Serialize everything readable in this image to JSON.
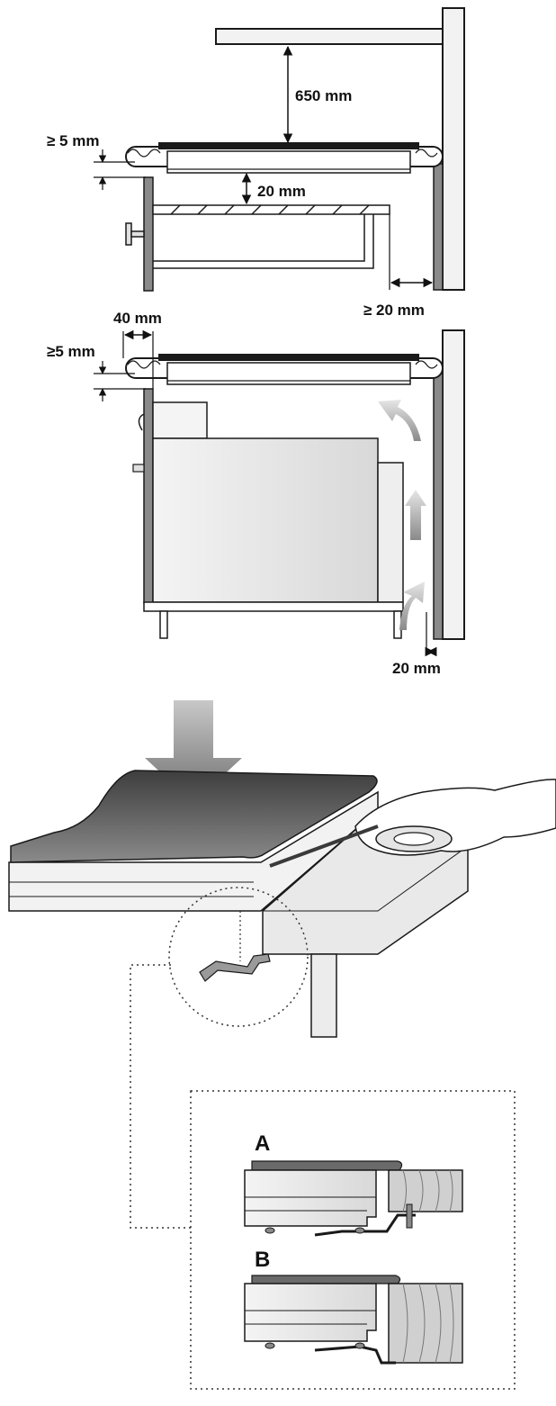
{
  "diagram1": {
    "label_hood_clearance": "650 mm",
    "label_min_edge": "≥ 5 mm",
    "label_drawer_gap": "20 mm",
    "label_wall_gap": "≥ 20 mm"
  },
  "diagram2": {
    "label_front_clearance": "40 mm",
    "label_min_edge": "≥5 mm",
    "label_rear_gap": "20 mm"
  },
  "diagram3": {
    "detail_a_label": "A",
    "detail_b_label": "B"
  },
  "colors": {
    "line": "#1a1a1a",
    "glass": "#5a5a5a",
    "airflow": "#9a9a9a",
    "wood": "#d0d0d0"
  }
}
